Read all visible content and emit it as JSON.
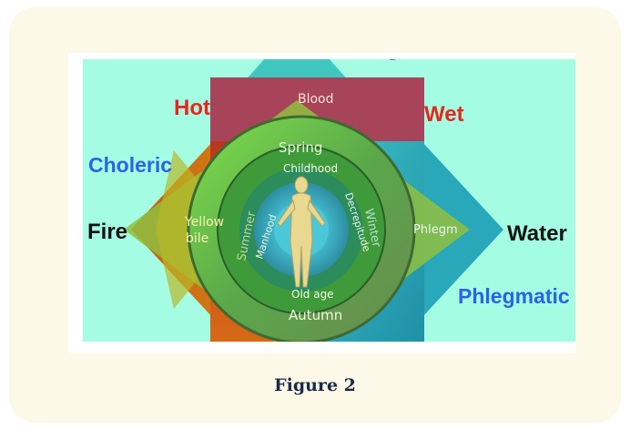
{
  "diagram": {
    "qualities": {
      "hot": "Hot",
      "wet": "Wet",
      "top_partial": "g"
    },
    "temperaments": {
      "choleric": "Choleric",
      "phlegmatic": "Phlegmatic"
    },
    "elements": {
      "fire": "Fire",
      "water": "Water"
    },
    "humours": {
      "blood": "Blood",
      "yellow_bile_line1": "Yellow",
      "yellow_bile_line2": "bile",
      "phlegm": "Phlegm"
    },
    "seasons": {
      "spring": "Spring",
      "summer": "Summer",
      "autumn": "Autumn",
      "winter": "Winter"
    },
    "ages": {
      "childhood": "Childhood",
      "manhood": "Manhood",
      "decrepitude": "Decrepitude",
      "old_age": "Old age"
    },
    "colors": {
      "background": "#a4fde3",
      "hot_label": "#e8261c",
      "wet_label": "#e8261c",
      "temperament_label": "#2a63e6",
      "element_label": "#111111",
      "top_partial": "#3a6cf0"
    }
  },
  "caption": "Figure 2"
}
